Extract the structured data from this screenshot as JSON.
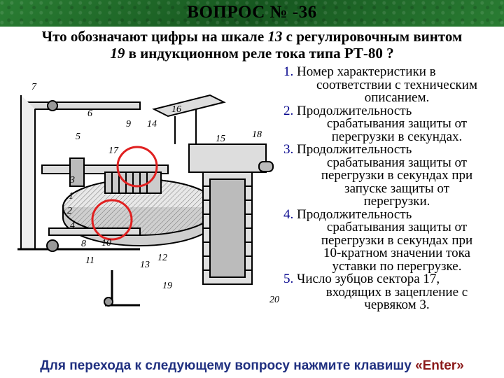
{
  "header": {
    "title": "ВОПРОС № -36"
  },
  "question": {
    "part1": "Что обозначают цифры на шкале ",
    "num13": "13",
    "part2": " с регулировочным винтом",
    "num19": "19",
    "part3": " в индукционном реле тока типа РТ-80 ?"
  },
  "figure": {
    "labels": [
      "7",
      "6",
      "9",
      "14",
      "16",
      "15",
      "18",
      "5",
      "17",
      "3",
      "1",
      "2",
      "4",
      "8",
      "10",
      "11",
      "12",
      "13",
      "19",
      "20"
    ]
  },
  "answers": [
    {
      "num": "1.",
      "lines": [
        "Номер характеристики в",
        "соответствии с техническим",
        "описанием."
      ]
    },
    {
      "num": "2.",
      "lines": [
        "Продолжительность",
        "срабатывания защиты от",
        "перегрузки в секундах."
      ]
    },
    {
      "num": "3.",
      "lines": [
        "Продолжительность",
        "срабатывания защиты от",
        "перегрузки в секундах при",
        "запуске защиты от",
        "перегрузки."
      ]
    },
    {
      "num": "4.",
      "lines": [
        "Продолжительность",
        "срабатывания защиты от",
        "перегрузки в секундах при",
        "10-кратном значении тока",
        "уставки по перегрузке."
      ]
    },
    {
      "num": "5.",
      "lines": [
        "Число зубцов сектора 17,",
        "входящих в зацепление с",
        "червяком 3."
      ]
    }
  ],
  "footer": {
    "text": "Для перехода к следующему вопросу нажмите клавишу ",
    "key": "«Enter»"
  }
}
